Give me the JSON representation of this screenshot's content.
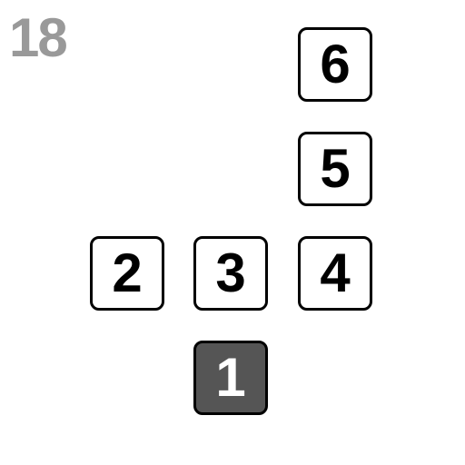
{
  "level": "18",
  "tiles": [
    {
      "label": "1",
      "state": "active"
    },
    {
      "label": "2",
      "state": "normal"
    },
    {
      "label": "3",
      "state": "normal"
    },
    {
      "label": "4",
      "state": "normal"
    },
    {
      "label": "5",
      "state": "normal"
    },
    {
      "label": "6",
      "state": "normal"
    }
  ],
  "colors": {
    "level_text": "#999999",
    "tile_border": "#000000",
    "tile_fill": "#ffffff",
    "active_fill": "#555555",
    "active_text": "#ffffff"
  }
}
